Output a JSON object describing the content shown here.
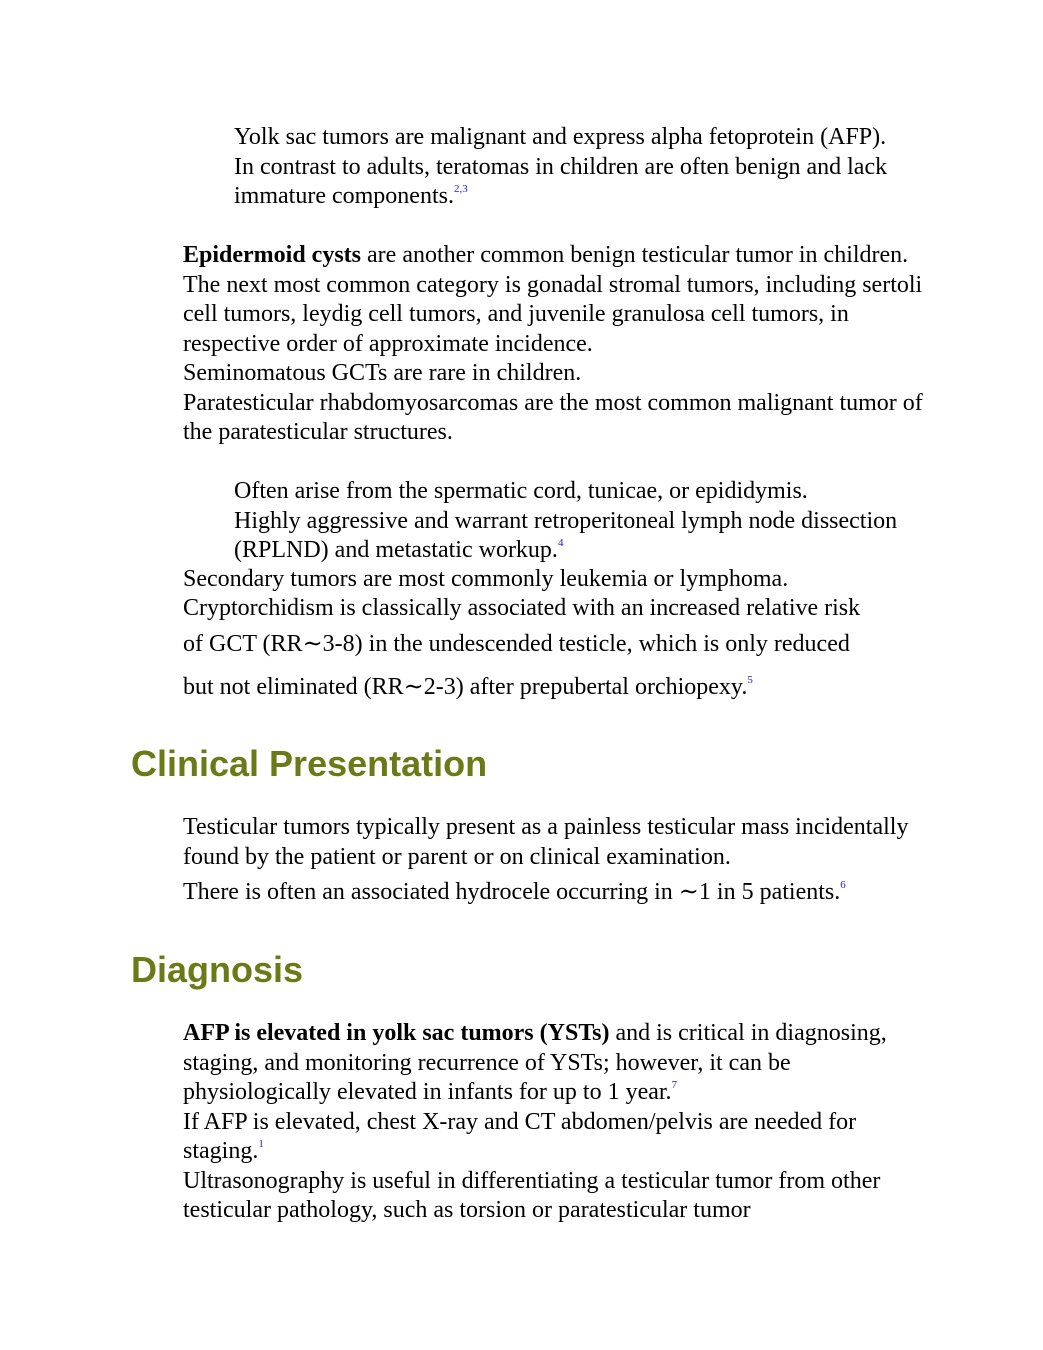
{
  "intro_sub1": {
    "yolk_sac": "Yolk sac tumors are malignant and express alpha fetoprotein (AFP).",
    "teratoma": "In contrast to adults, teratomas in children are often benign and lack immature components.",
    "teratoma_ref": "2,3"
  },
  "intro": {
    "epidermoid_bold": "Epidermoid cysts",
    "epidermoid_rest": " are another common benign testicular tumor in children.",
    "stromal": "The next most common category is gonadal stromal tumors, including sertoli cell tumors, leydig cell tumors, and juvenile granulosa cell tumors, in respective order of approximate incidence.",
    "seminomatous": "Seminomatous GCTs are rare in children.",
    "rhabdo": "Paratesticular rhabdomyosarcomas are the most common malignant tumor of the paratesticular structures."
  },
  "rhabdo_sub": {
    "origin": "Often arise from the spermatic cord, tunicae, or epididymis.",
    "aggressive": "Highly aggressive and warrant retroperitoneal lymph node dissection (RPLND) and metastatic workup.",
    "aggressive_ref": "4"
  },
  "intro2": {
    "secondary": "Secondary tumors are most commonly leukemia or lymphoma.",
    "crypt_line1": "Cryptorchidism is classically associated with an increased relative risk",
    "crypt_line2": "of GCT (RR∼3-8) in the undescended testicle, which is only reduced",
    "crypt_line3": "but not eliminated (RR∼2-3) after prepubertal orchiopexy.",
    "crypt_ref": "5"
  },
  "clinical": {
    "heading": "Clinical Presentation",
    "line1": "Testicular tumors typically present as a painless testicular mass incidentally found by the patient or parent or on clinical examination.",
    "line2": "There is often an associated hydrocele occurring in ∼1 in 5 patients.",
    "line2_ref": "6"
  },
  "diagnosis": {
    "heading": "Diagnosis",
    "afp_bold": "AFP is elevated in yolk sac tumors (YSTs)",
    "afp_rest": " and is critical in diagnosing, staging, and monitoring recurrence of YSTs; however, it can be physiologically elevated in infants for up to 1 year.",
    "afp_ref": "7",
    "staging": "If AFP is elevated, chest X-ray and CT abdomen/pelvis are needed for staging.",
    "staging_ref": "1",
    "ultrasound": "Ultrasonography is useful in differentiating a testicular tumor from other testicular pathology, such as torsion or paratesticular tumor"
  }
}
